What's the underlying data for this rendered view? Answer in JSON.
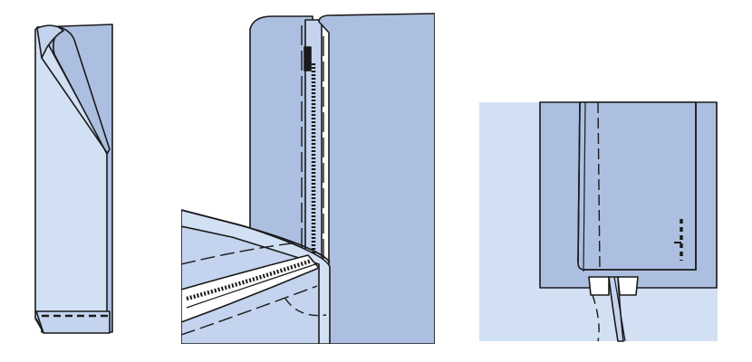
{
  "figure": {
    "panels": [
      {
        "id": "panel-1-folded-strip"
      },
      {
        "id": "panel-2-zipper-insert"
      },
      {
        "id": "panel-3-zipper-tab-detail"
      }
    ]
  },
  "colors": {
    "fabric_dark": "#adbfe1",
    "fabric_mid": "#c4d3ee",
    "fabric_light": "#d2e0f4",
    "outline": "#1a1a1a",
    "tape_white": "#ffffff"
  }
}
